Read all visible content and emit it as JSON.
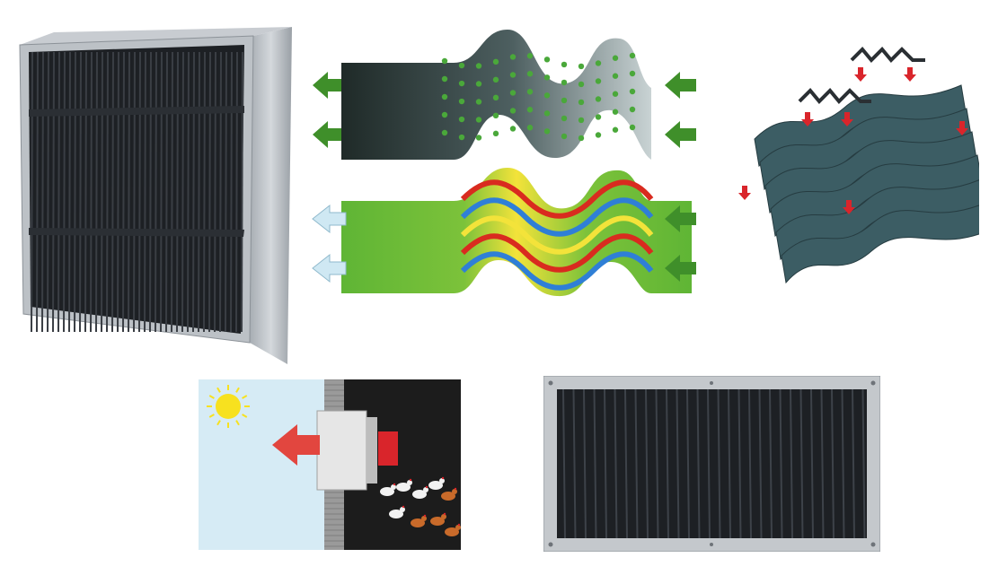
{
  "page": {
    "background": "#ffffff"
  },
  "colors": {
    "frame_steel": "#b9bec4",
    "frame_steel_dark": "#8c9298",
    "filter_black": "#1d2024",
    "arrow_green": "#3f8f2a",
    "arrow_light_blue": "#cfe8f3",
    "arrow_red": "#d9252b",
    "heat_green": "#5fb535",
    "heat_yellow": "#f3e33a",
    "heat_red": "#d92b1f",
    "heat_blue": "#2f7fd6",
    "sky_blue": "#d6ebf5",
    "sun_yellow": "#f7e11f",
    "blade_teal": "#3c5d64"
  },
  "panels": [
    {
      "name": "filter-unit-perspective",
      "icon": "filter-box-icon"
    },
    {
      "name": "airflow-wave-diagram",
      "icon": "airflow-icon"
    },
    {
      "name": "heat-map-wave-diagram",
      "icon": "heatmap-icon"
    },
    {
      "name": "profile-assembly-diagram",
      "icon": "assembly-icon"
    },
    {
      "name": "poultry-house-illustration",
      "icon": "chicken-icon"
    },
    {
      "name": "filter-unit-front",
      "icon": "filter-front-icon"
    }
  ]
}
